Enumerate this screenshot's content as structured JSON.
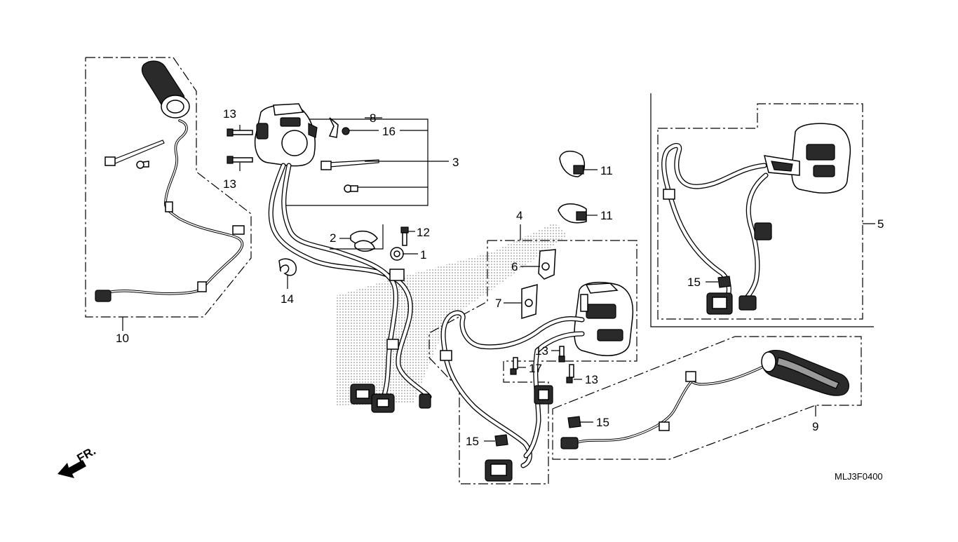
{
  "diagram": {
    "front_indicator": "FR.",
    "image_code": "MLJ3F0400",
    "callouts": {
      "c1": "1",
      "c2": "2",
      "c3": "3",
      "c4": "4",
      "c5": "5",
      "c6": "6",
      "c7": "7",
      "c8": "8",
      "c9": "9",
      "c10": "10",
      "c11a": "11",
      "c11b": "11",
      "c12": "12",
      "c13a": "13",
      "c13b": "13",
      "c13c": "13",
      "c13d": "13",
      "c14": "14",
      "c15a": "15",
      "c15b": "15",
      "c15c": "15",
      "c16": "16",
      "c17": "17"
    }
  }
}
